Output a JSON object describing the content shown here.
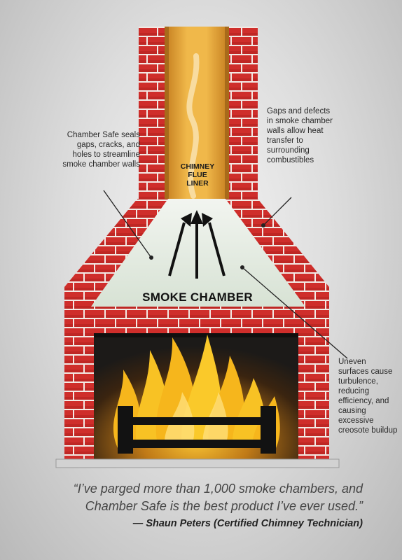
{
  "diagram": {
    "flue_label": [
      "CHIMNEY",
      "FLUE",
      "LINER"
    ],
    "smoke_chamber_label": "SMOKE CHAMBER",
    "callout_left": "Chamber Safe seals gaps, cracks, and holes to streamline smoke chamber walls",
    "callout_right_top": "Gaps and defects in smoke chamber walls allow heat transfer to surrounding combustibles",
    "callout_right_bottom": "Uneven surfaces cause turbulence, reducing efficiency, and causing excessive creosote buildup"
  },
  "quote": {
    "lines": [
      "“I’ve parged more than 1,000 smoke chambers, and",
      "Chamber Safe is the best product I’ve ever used.”"
    ],
    "attribution": "— Shaun Peters (Certified Chimney Technician)"
  },
  "colors": {
    "brick": "#cf2e2b",
    "brick_dark": "#a11d1b",
    "mortar": "#f3e9e4",
    "flue_liner": "#e5a93a",
    "smoke_chamber": "#dfe8de",
    "firebox": "#1c1a18",
    "flame": "#f6b61c",
    "grate": "#121212"
  }
}
